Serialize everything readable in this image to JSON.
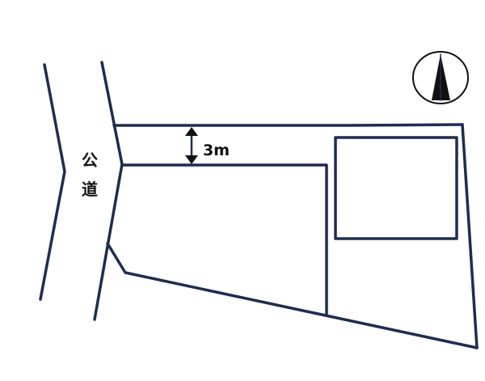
{
  "road_label_top": "公",
  "road_label_bottom": "道",
  "width_annotation": "3m",
  "icons": {
    "north_arrow": "north-arrow-icon",
    "dimension_arrow": "double-arrow-icon"
  },
  "colors": {
    "line": "#1e2d4f",
    "text": "#111111",
    "background": "#ffffff"
  }
}
